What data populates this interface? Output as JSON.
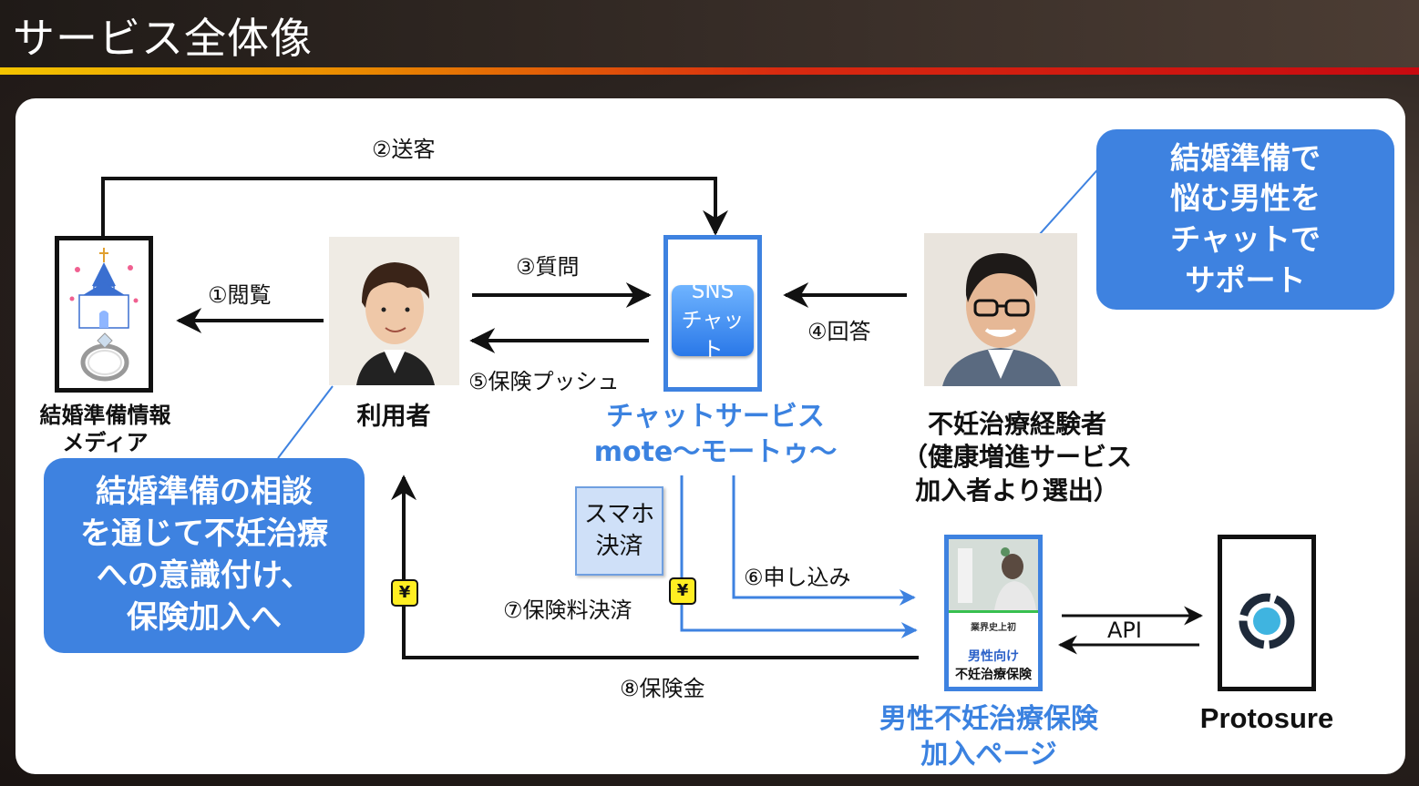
{
  "slide": {
    "title": "サービス全体像"
  },
  "diagram": {
    "media_label_line1": "結婚準備情報",
    "media_label_line2": "メディア",
    "user_label": "利用者",
    "chat_button_line1": "SNS",
    "chat_button_line2": "チャット",
    "chat_service_line1": "チャットサービス",
    "chat_service_line2": "mote〜モートゥ〜",
    "advisor_line1": "不妊治療経験者",
    "advisor_line2": "（健康増進サービス",
    "advisor_line3": "加入者より選出）",
    "smartphone_pay_line1": "スマホ",
    "smartphone_pay_line2": "決済",
    "insurance_page_line1": "男性不妊治療保険",
    "insurance_page_line2": "加入ページ",
    "insurance_screen_tagline": "業界史上初",
    "insurance_screen_title1": "男性向け",
    "insurance_screen_title2": "不妊治療保険",
    "protosure_label": "Protosure",
    "api_label": "API",
    "yen_symbol": "¥",
    "steps": {
      "s1": "①閲覧",
      "s2": "②送客",
      "s3": "③質問",
      "s4": "④回答",
      "s5": "⑤保険プッシュ",
      "s6": "⑥申し込み",
      "s7": "⑦保険料決済",
      "s8": "⑧保険金"
    },
    "callout_left": [
      "結婚準備の相談",
      "を通じて不妊治療",
      "への意識付け、",
      "保険加入へ"
    ],
    "callout_right": [
      "結婚準備で",
      "悩む男性を",
      "チャットで",
      "サポート"
    ]
  },
  "colors": {
    "accent_blue": "#3e82e0",
    "arrow_black": "#111111",
    "title_underline": "#d82a10",
    "yen_yellow": "#ffee22"
  }
}
